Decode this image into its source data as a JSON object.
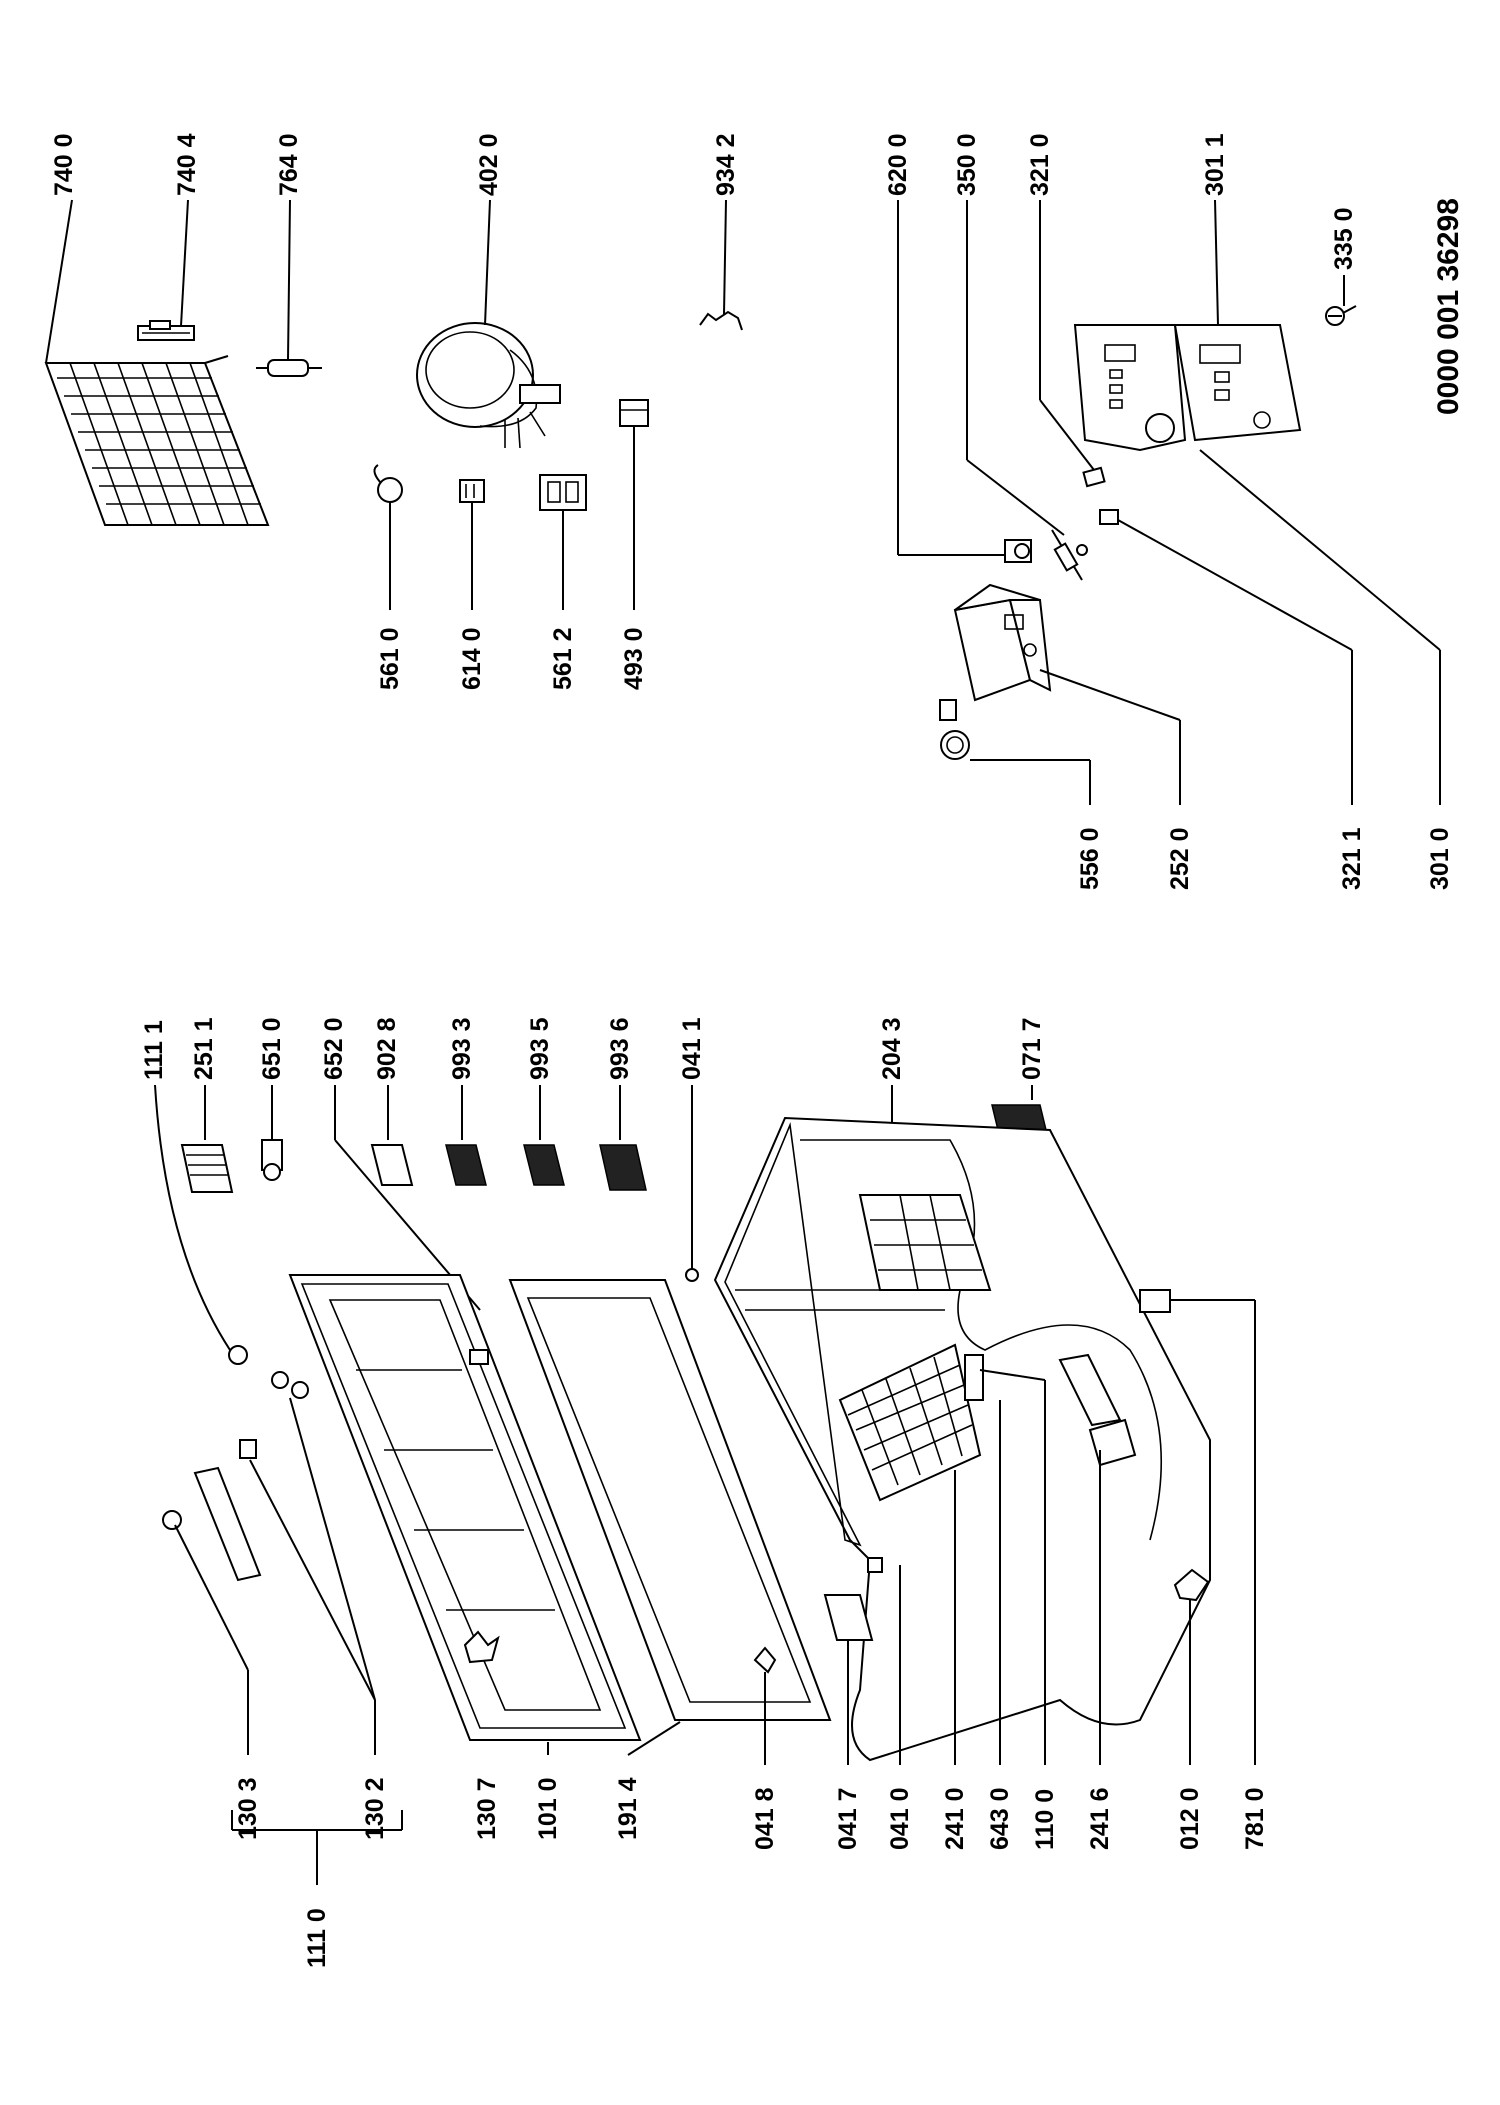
{
  "document_number": "0000 001 36298",
  "labels": {
    "l7400": "740 0",
    "l7404": "740 4",
    "l7640": "764 0",
    "l4020": "402 0",
    "l9342": "934 2",
    "l6200": "620 0",
    "l3500": "350 0",
    "l3210": "321 0",
    "l3011": "301 1",
    "l3350": "335 0",
    "l5610": "561 0",
    "l6140": "614 0",
    "l5612": "561 2",
    "l4930": "493 0",
    "l5560": "556 0",
    "l2520": "252 0",
    "l3211": "321 1",
    "l3010": "301 0",
    "l1111": "111 1",
    "l2511": "251 1",
    "l6510": "651 0",
    "l6520": "652 0",
    "l9028": "902 8",
    "l9933": "993 3",
    "l9935": "993 5",
    "l9936": "993 6",
    "l0411": "041 1",
    "l2043": "204 3",
    "l0717": "071 7",
    "l1303": "130 3",
    "l1302": "130 2",
    "l1307": "130 7",
    "l1010": "101 0",
    "l1914": "191 4",
    "l0418": "041 8",
    "l0417": "041 7",
    "l0410": "041 0",
    "l2410": "241 0",
    "l6430": "643 0",
    "l1100": "110 0",
    "l2416": "241 6",
    "l0120": "012 0",
    "l7810": "781 0",
    "l1110": "111 0"
  }
}
